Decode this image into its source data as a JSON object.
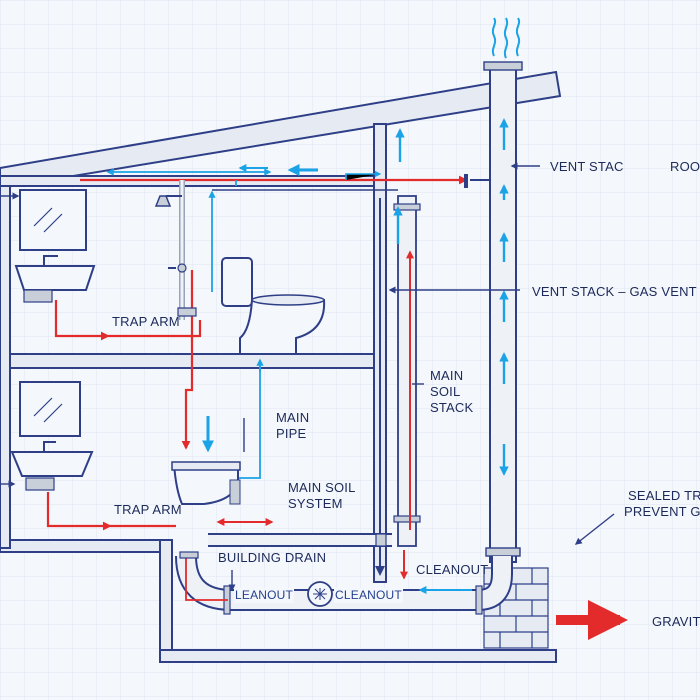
{
  "colors": {
    "blueprint": "#2e3f88",
    "wall_fill": "#e6ebf3",
    "drain_red": "#e42b2b",
    "vent_blue": "#1aa3e6",
    "pipe_gray": "#c9cfd8",
    "grid": "#dfe6f0",
    "background": "#f4f7fb"
  },
  "labels": {
    "vent_stack_top": "VENT STAC",
    "roof": "ROO",
    "vent_stack_gas": "VENT STACK – GAS VENT",
    "trap_arm_upper": "TRAP ARM",
    "trap_arm_lower": "TRAP ARM",
    "main_pipe_line1": "MAIN",
    "main_pipe_line2": "PIPE",
    "main_soil_stack_line1": "MAIN",
    "main_soil_stack_line2": "SOIL",
    "main_soil_stack_line3": "STACK",
    "main_soil_system_line1": "MAIN SOIL",
    "main_soil_system_line2": "SYSTEM",
    "building_drain": "BUILDING DRAIN",
    "cleanout_right": "CLEANOUT",
    "cleanout_left": "LEANOUT",
    "cleanout_middle": "CLEANOUT",
    "sealed_line1": "SEALED TR",
    "sealed_line2": "PREVENT G",
    "gravity": "GRAVIT"
  },
  "icons": {
    "vent_fumes": "steam-wavy-lines-icon",
    "mirror": "mirror-icon",
    "sink": "bathroom-sink-icon",
    "shower": "shower-head-icon",
    "toilet": "toilet-icon",
    "cleanout_fitting": "cleanout-fitting-icon",
    "flow_arrow": "flow-arrow-icon"
  }
}
